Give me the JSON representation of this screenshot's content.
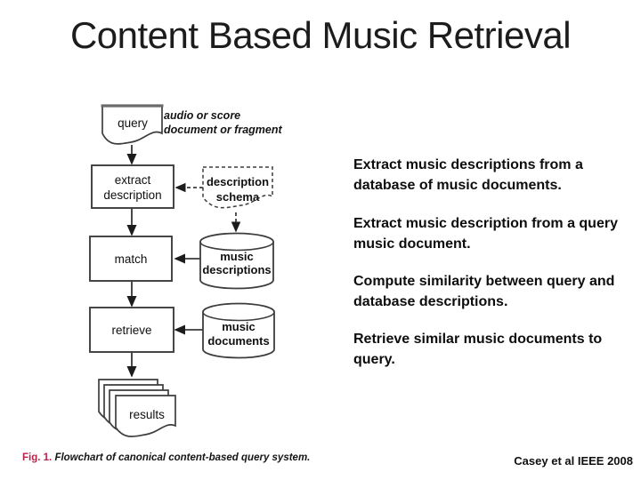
{
  "slide": {
    "title": "Content Based Music Retrieval",
    "citation": "Casey et al IEEE 2008",
    "background": "#ffffff"
  },
  "bullets": [
    "Extract music descriptions from a database of music documents.",
    "Extract music description from a query music document.",
    "Compute similarity between query and database descriptions.",
    "Retrieve similar music documents to query."
  ],
  "figure": {
    "caption": {
      "label": "Fig. 1.",
      "text": "Flowchart of canonical content-based query system."
    },
    "annotation": {
      "line1": "audio or score",
      "line2": "document or fragment"
    },
    "nodes": {
      "query": {
        "label": "query",
        "shape": "document"
      },
      "extract": {
        "line1": "extract",
        "line2": "description",
        "shape": "process-box"
      },
      "schema": {
        "line1": "description",
        "line2": "schema",
        "shape": "document-dashed"
      },
      "match": {
        "label": "match",
        "shape": "process-box"
      },
      "descriptions_db": {
        "line1": "music",
        "line2": "descriptions",
        "shape": "database-cylinder"
      },
      "retrieve": {
        "label": "retrieve",
        "shape": "process-box"
      },
      "documents_db": {
        "line1": "music",
        "line2": "documents",
        "shape": "database-cylinder"
      },
      "results": {
        "label": "results",
        "shape": "document-stack"
      }
    }
  },
  "colors": {
    "accent_red": "#b5234a",
    "diagram_stroke": "#3d3d3d",
    "text": "#111111"
  }
}
